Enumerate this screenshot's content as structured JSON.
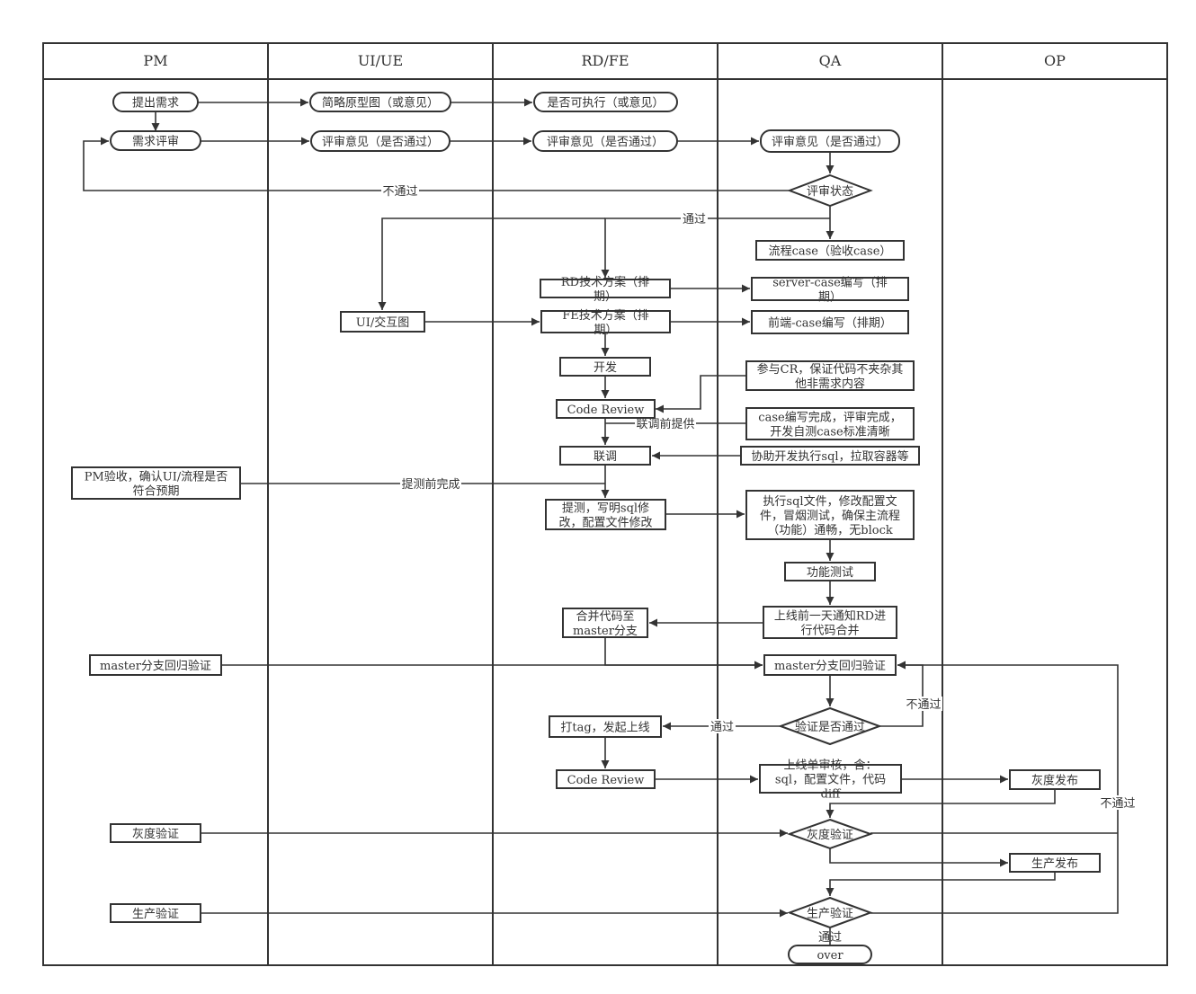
{
  "lanes": [
    "PM",
    "UI/UE",
    "RD/FE",
    "QA",
    "OP"
  ],
  "nodes": {
    "pm_submit": "提出需求",
    "pm_review": "需求评审",
    "ui_proto": "简略原型图（或意见）",
    "ui_review": "评审意见（是否通过）",
    "ui_interact": "UI/交互图",
    "rd_feasible": "是否可执行（或意见）",
    "rd_review": "评审意见（是否通过）",
    "rd_tech": [
      "RD技术方案（排",
      "期）"
    ],
    "fe_tech": [
      "FE技术方案（排",
      "期）"
    ],
    "dev": "开发",
    "code_review_1": "Code Review",
    "joint_debug": "联调",
    "pm_accept": [
      "PM验收，确认UI/流程是否",
      "符合预期"
    ],
    "submit_test": [
      "提测，写明sql修",
      "改，配置文件修改"
    ],
    "qa_review": "评审意见（是否通过）",
    "review_status": "评审状态",
    "flow_case": "流程case（验收case）",
    "server_case": [
      "server-case编写（排",
      "期）"
    ],
    "frontend_case": "前端-case编写（排期）",
    "join_cr": [
      "参与CR，保证代码不夹杂其",
      "他非需求内容"
    ],
    "case_done": [
      "case编写完成，评审完成，",
      "开发自测case标准清晰"
    ],
    "assist_dev": "协助开发执行sql，拉取容器等",
    "exec_sql": [
      "执行sql文件，修改配置文",
      "件，冒烟测试，确保主流程",
      "（功能）通畅，无block"
    ],
    "func_test": "功能测试",
    "notify_merge": [
      "上线前一天通知RD进",
      "行代码合并"
    ],
    "merge_code": [
      "合并代码至",
      "master分支"
    ],
    "pm_master_verify": "master分支回归验证",
    "qa_master_verify": "master分支回归验证",
    "verify_pass": "验证是否通过",
    "tag_release": "打tag，发起上线",
    "code_review_2": "Code Review",
    "release_review": [
      "上线单审核，含：",
      "sql，配置文件，代码",
      "diff"
    ],
    "gray_release": "灰度发布",
    "pm_gray_verify": "灰度验证",
    "qa_gray_verify": "灰度验证",
    "prod_release": "生产发布",
    "pm_prod_verify": "生产验证",
    "qa_prod_verify": "生产验证",
    "over": "over"
  },
  "edge_labels": {
    "review_fail": "不通过",
    "review_pass": "通过",
    "before_joint": "联调前提供",
    "before_test": "提测前完成",
    "verify_pass": "通过",
    "verify_fail": "不通过",
    "release_fail": "不通过",
    "prod_pass": "通过"
  }
}
